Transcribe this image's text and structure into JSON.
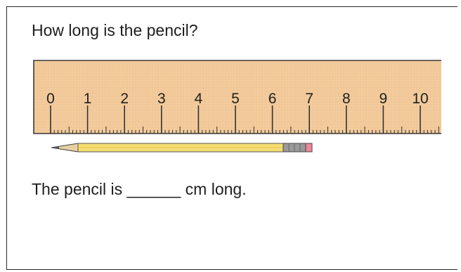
{
  "question": {
    "text": "How long is the pencil?"
  },
  "ruler": {
    "unit": "cm",
    "labels": [
      "0",
      "1",
      "2",
      "3",
      "4",
      "5",
      "6",
      "7",
      "8",
      "9",
      "10"
    ],
    "color": "#f2c99a",
    "border_color": "#3a3a3a"
  },
  "pencil": {
    "length_cm": 7,
    "body_color": "#f5dd73",
    "ferrule_color": "#9a9a9a",
    "eraser_color": "#f0869a",
    "tip_color": "#e7cfa3"
  },
  "answer": {
    "prefix": "The pencil is",
    "blank": "______",
    "suffix": "cm long."
  }
}
